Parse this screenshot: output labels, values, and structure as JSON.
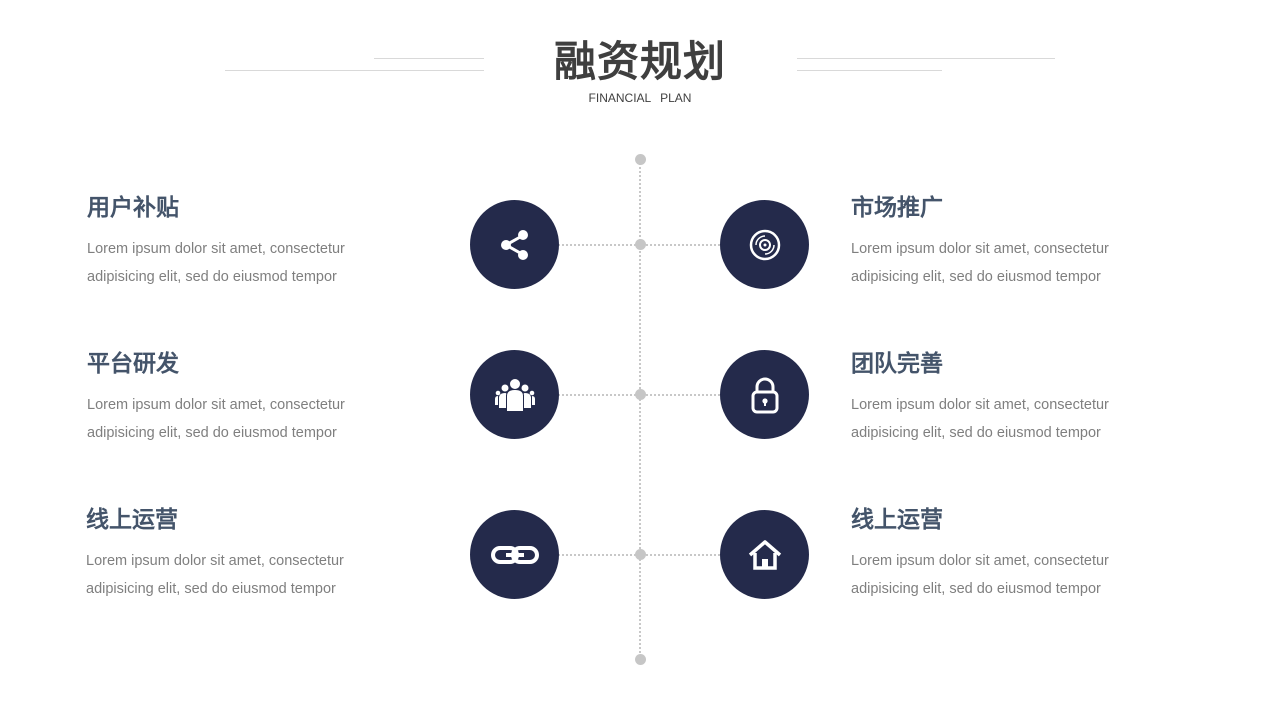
{
  "header": {
    "title": "融资规划",
    "subtitle": "FINANCIAL  PLAN"
  },
  "colors": {
    "circle": "#242a4b",
    "item_title": "#44546a",
    "body_text": "#7f7f7f",
    "connector": "#c8c8c8"
  },
  "items": [
    {
      "title": "用户补贴",
      "line1": "Lorem ipsum dolor sit amet, consectetur",
      "line2": "adipisicing  elit, sed do eiusmod tempor",
      "icon": "share-icon"
    },
    {
      "title": "平台研发",
      "line1": "Lorem ipsum dolor sit amet, consectetur",
      "line2": "adipisicing  elit, sed do eiusmod tempor",
      "icon": "team-icon"
    },
    {
      "title": "线上运营",
      "line1": "Lorem ipsum dolor sit amet, consectetur",
      "line2": "adipisicing  elit, sed do eiusmod tempor",
      "icon": "link-icon"
    },
    {
      "title": "市场推广",
      "line1": "Lorem ipsum dolor sit amet, consectetur",
      "line2": "adipisicing  elit, sed do eiusmod tempor",
      "icon": "disc-icon"
    },
    {
      "title": "团队完善",
      "line1": "Lorem ipsum dolor sit amet, consectetur",
      "line2": "adipisicing  elit, sed do eiusmod tempor",
      "icon": "lock-icon"
    },
    {
      "title": "线上运营",
      "line1": "Lorem ipsum dolor sit amet, consectetur",
      "line2": "adipisicing  elit, sed do eiusmod tempor",
      "icon": "home-icon"
    }
  ]
}
